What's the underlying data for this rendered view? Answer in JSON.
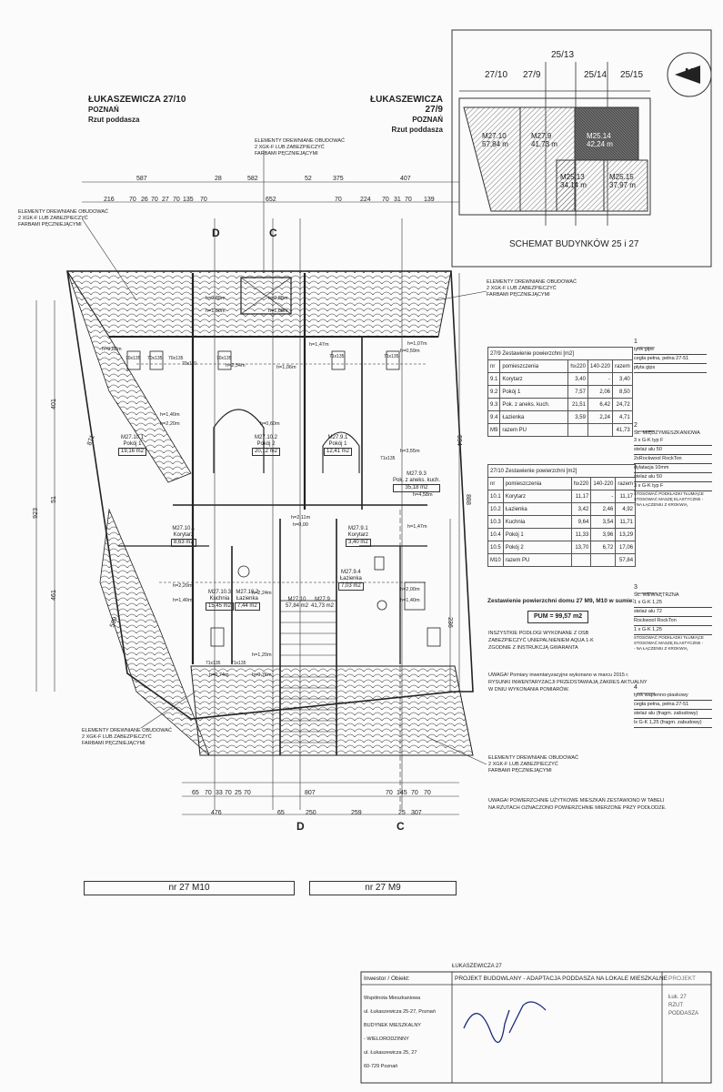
{
  "header_left": {
    "street": "ŁUKASZEWICZA 27/10",
    "city": "POZNAŃ",
    "label": "Rzut poddasza"
  },
  "header_right": {
    "street": "ŁUKASZEWICZA 27/9",
    "city": "POZNAŃ",
    "label": "Rzut poddasza"
  },
  "schema": {
    "title": "SCHEMAT BUDYNKÓW 25 i 27",
    "top_labels": [
      "25/13",
      "27/10",
      "27/9",
      "25/14",
      "25/15"
    ],
    "north": "N",
    "units": [
      {
        "name": "M27.10",
        "area": "57,84 m"
      },
      {
        "name": "M27.9",
        "area": "41,73 m"
      },
      {
        "name": "M25.14",
        "area": "42,24 m"
      },
      {
        "name": "M25.13",
        "area": "34,14 m"
      },
      {
        "name": "M25.15",
        "area": "37,97 m"
      }
    ]
  },
  "notes": {
    "wood_note": [
      "ELEMENTY DREWNIANE OBUDOWAĆ",
      "2 XGK-F LUB ZABEZPIECZYĆ",
      "FARBAMI PĘCZNIEJĄCYMI"
    ]
  },
  "dimensions": {
    "top": [
      "587",
      "28",
      "582",
      "52",
      "375",
      "407"
    ],
    "top_sub": [
      "216",
      "70",
      "26",
      "70",
      "27",
      "70",
      "135",
      "70",
      "652",
      "70",
      "224",
      "70",
      "31",
      "70",
      "139"
    ],
    "left": [
      "401",
      "51",
      "923",
      "461",
      "871",
      "509"
    ],
    "right": [
      "594",
      "888",
      "236"
    ],
    "bottom": [
      "65",
      "70",
      "33",
      "70",
      "25",
      "70",
      "807",
      "70",
      "145",
      "70",
      "70",
      "476",
      "65",
      "250",
      "259",
      "25",
      "307"
    ]
  },
  "sections": [
    "D",
    "C",
    "D",
    "C"
  ],
  "rooms": [
    {
      "code": "M27.10.1",
      "name": "Pokój 1",
      "area": "19,16 m2"
    },
    {
      "code": "M27.10.2",
      "name": "Pokój 2",
      "area": "20,12 m2"
    },
    {
      "code": "M27.9.1",
      "name": "Pokój 1",
      "area": "12,41 m2"
    },
    {
      "code": "M27.9.3",
      "name": "Pok. z aneks. kuch.",
      "area": "35,18 m2"
    },
    {
      "code": "M27.10.1",
      "name": "Korytarz",
      "area": "8,63 m2"
    },
    {
      "code": "M27.10.3",
      "name": "Kuchnia",
      "area": "15,45 m2"
    },
    {
      "code": "M27.10.2",
      "name": "Łazienka",
      "area": "7,44 m2"
    },
    {
      "code": "M27.9.1",
      "name": "Korytarz",
      "area": "3,40 m2"
    },
    {
      "code": "M27.9.4",
      "name": "Łazienka",
      "area": "7,03 m2"
    },
    {
      "code": "M27.10",
      "name": "",
      "area": "57,84 m2"
    },
    {
      "code": "M27.9",
      "name": "",
      "area": "41,73 m2"
    }
  ],
  "heights": [
    "h=0,88m",
    "h=1,80m",
    "h=0,88m",
    "h=1,88m",
    "h=1,40m",
    "h=2,20m",
    "h=2,54m",
    "h=1,06m",
    "h=0,88m",
    "h=1,47m",
    "h=4,58m",
    "h=2,20m",
    "h=1,40m",
    "h=0,00",
    "h=2,11m",
    "h=1,20m",
    "h=0,74m",
    "h=0,76m",
    "h=2,24m",
    "h=2,00m",
    "h=1,40m",
    "h=1,07m",
    "h=0,59m",
    "h=1,47m",
    "h=0,60m",
    "h=3,55m"
  ],
  "windows": [
    "70x135",
    "70x135",
    "70x135",
    "70x135",
    "71x135",
    "71x135",
    "71x135",
    "71x135",
    "70x110",
    "71x135"
  ],
  "table_9": {
    "title": "27/9   Zestawienie powierzchni [m2]",
    "headers": [
      "nr",
      "pomieszczenia",
      "h≥220",
      "140-220",
      "razem"
    ],
    "rows": [
      [
        "9.1",
        "Korytarz",
        "3,40",
        "-",
        "3,40"
      ],
      [
        "9.2",
        "Pokój 1",
        "7,57",
        "2,06",
        "8,50"
      ],
      [
        "9.3",
        "Pok. z aneks. kuch.",
        "21,51",
        "6,42",
        "24,72"
      ],
      [
        "9.4",
        "Łazienka",
        "3,59",
        "2,24",
        "4,71"
      ],
      [
        "M9",
        "razem PU",
        "",
        "",
        "41,73"
      ]
    ]
  },
  "table_10": {
    "title": "27/10   Zestawienie powierzchni [m2]",
    "headers": [
      "nr",
      "pomieszczenia",
      "h≥220",
      "140-220",
      "razem"
    ],
    "rows": [
      [
        "10.1",
        "Korytarz",
        "11,17",
        "-",
        "11,17"
      ],
      [
        "10.2",
        "Łazienka",
        "3,42",
        "2,46",
        "4,92"
      ],
      [
        "10.3",
        "Kuchnia",
        "9,64",
        "3,54",
        "11,71"
      ],
      [
        "10.4",
        "Pokój 1",
        "11,33",
        "3,96",
        "13,29"
      ],
      [
        "10.5",
        "Pokój 2",
        "13,70",
        "6,72",
        "17,06"
      ],
      [
        "M10",
        "razem PU",
        "",
        "",
        "57,84"
      ]
    ]
  },
  "summary": {
    "heading": "Zestawienie powierzchni domu 27 M9, M10 w sumie:",
    "total": "PUM = 99,57 m2",
    "floors_note": [
      "INSZYSTKIE PODŁOGI WYKONANE Z OSB",
      "ZABEZPIECZYĆ UNIEPALNIENIEM AQUA 1-K",
      "ZGODNIE Z INSTRUKCJĄ GWARANTA"
    ],
    "inventory_note": [
      "UWAGA! Pomiary inwentaryzacyjne wykonano w marcu 2015 r.",
      "RYSUNKI INWENTARYZACJI PRZEDSTAWIAJĄ ZAKRES AKTUALNY",
      "W DNIU WYKONANIA POMIARÓW."
    ],
    "area_note": [
      "UWAGA! POWIERZCHNIE UŻYTKOWE MIESZKAŃ ZESTAWIONO W TABELI",
      "NA RZUTACH OZNACZONO POWIERZCHNIE MIERZONE PRZY PODŁODZE."
    ]
  },
  "legend": [
    {
      "num": "1",
      "lines": [
        "tynk gips",
        "cegła pełna, pełna 27-51",
        "płyta gips"
      ]
    },
    {
      "num": "2",
      "title": "Śc. MIĘDZYMIESZKANIOWA",
      "lines": [
        "3 x G-K typ F",
        "stelaż alu 50",
        "2xRockwool RockTon",
        "dylatacja 10mm",
        "stelaż alu 50",
        "3 x G-K typ F"
      ],
      "note": [
        "STOSOWAĆ PODKŁADKI TŁUMIĄCE",
        "STOSOWAĆ MASZĘ ELASTYCZNE -",
        "- NA ŁĄCZENIU Z KROKWIĄ"
      ]
    },
    {
      "num": "3",
      "title": "Śc. WEWNĘTRZNA",
      "lines": [
        "1 x G-K 1,25",
        "stelaż alu 72",
        "Rockwool RockTon",
        "1 x G-K 1,25"
      ],
      "note": [
        "STOSOWAĆ PODKŁADKI TŁUMIĄCE",
        "STOSOWAĆ MASZĘ ELASTYCZNE -",
        "- NA ŁĄCZENIU Z KROKWIĄ"
      ]
    },
    {
      "num": "4",
      "lines": [
        "tynk wapienno-piaskowy",
        "cegła pełna, pełna 27-51",
        "stelaż alu (fragm. zabudowy)",
        "lx G-K 1,25 (fragm. zabudowy)"
      ]
    }
  ],
  "banners": [
    "nr 27 M10",
    "nr 27 M9"
  ],
  "title_block": {
    "top_label": "ŁUKASZEWICZA 27",
    "investor_label": "Inwestor / Obiekt:",
    "project_title": "PROJEKT BUDOWLANY - ADAPTACJA PODDASZA NA LOKALE MIESZKALNE",
    "project_label": "PROJEKT",
    "investor_lines": [
      "Wspólnota Mieszkaniowa",
      "ul. Łukaszewicza 25-27, Poznań",
      "BUDYNEK MIESZKALNY",
      "- WIELORODZINNY",
      "ul. Łukaszewicza 25, 27",
      "60-729 Poznań"
    ],
    "sheet_lines": [
      "Łuk. 27",
      "RZUT",
      "PODDASZA"
    ]
  }
}
